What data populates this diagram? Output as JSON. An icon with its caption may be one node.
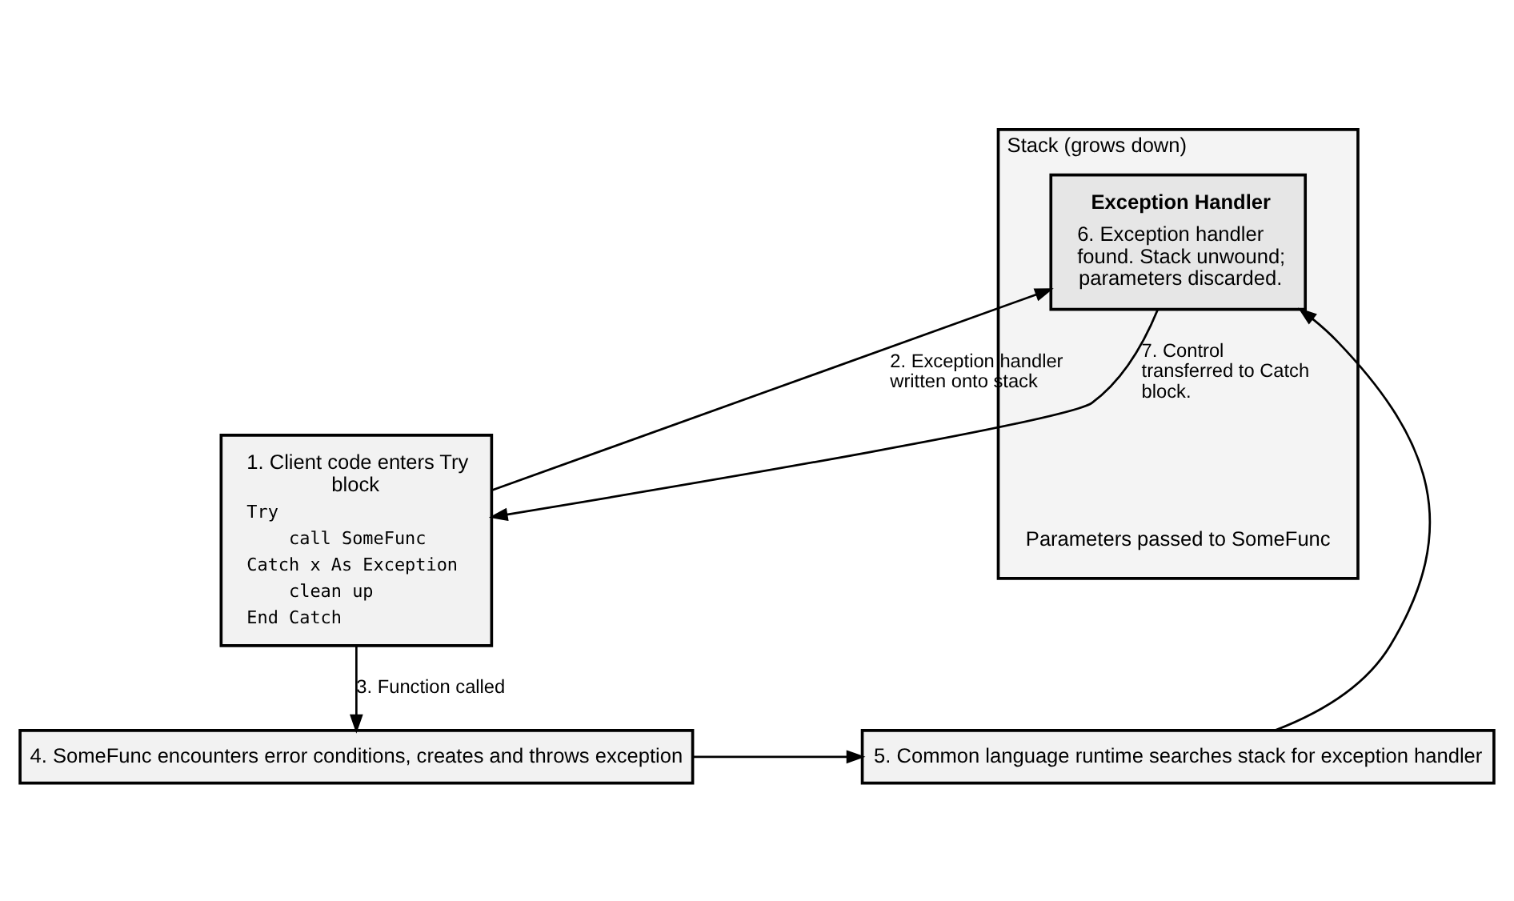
{
  "diagram": {
    "nodes": [
      {
        "text": [
          "1. Client code enters Try block",
          "Try",
          "call SomeFunc",
          "Catch x As Exception",
          "clean up",
          "End Catch"
        ]
      },
      {
        "text": [
          "Stack (grows down)"
        ]
      },
      {
        "text": [
          "Exception Handler",
          "6. Exception handler found. Stack unwound; parameters discarded."
        ],
        "in": 1
      },
      {
        "text": [
          "4. SomeFunc encounters error conditions, creates and throws exception"
        ]
      },
      {
        "text": [
          "5. Common language runtime searches stack for exception handler"
        ]
      }
    ],
    "edges": [
      {
        "from": 0,
        "to": 2,
        "arrow": "to",
        "label": "2. Exception handler written onto stack"
      },
      {
        "from": 2,
        "to": 0,
        "arrow": "to",
        "label": "7. Control transferred to Catch block."
      },
      {
        "from": 0,
        "to": 3,
        "arrow": "to",
        "label": "3. Function called"
      },
      {
        "from": 3,
        "to": 4,
        "arrow": "to"
      },
      {
        "from": 4,
        "to": 2,
        "arrow": "to"
      }
    ],
    "labels": [
      "Parameters passed to SomeFunc"
    ]
  }
}
